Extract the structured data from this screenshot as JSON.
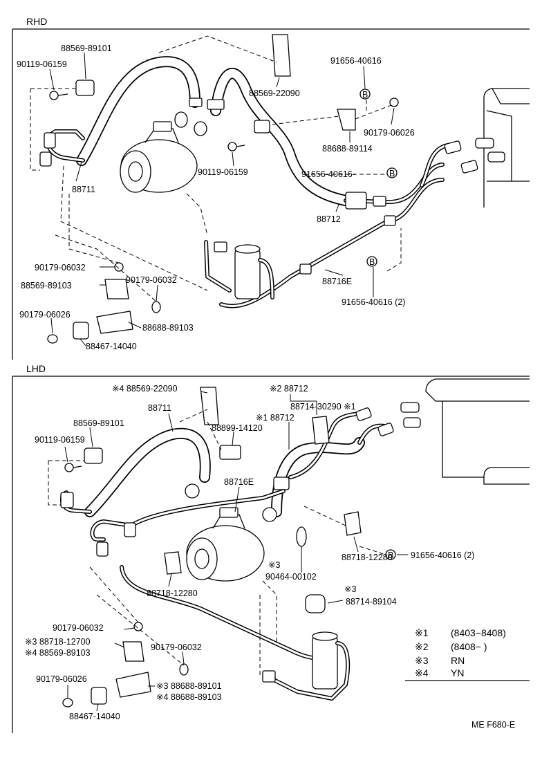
{
  "sections": {
    "rhd": "RHD",
    "lhd": "LHD"
  },
  "legend": [
    {
      "mark": "※1",
      "text": "(8403−8408)"
    },
    {
      "mark": "※2",
      "text": "(8408−         )"
    },
    {
      "mark": "※3",
      "text": "RN"
    },
    {
      "mark": "※4",
      "text": "YN"
    }
  ],
  "figure_code": "ME F680-E",
  "circle_mark": "B",
  "labels_rhd": {
    "p1": "88569-89101",
    "p2": "90119-06159",
    "p3": "88569-22090",
    "p4": "91656-40616",
    "p5": "90179-06026",
    "p6": "88688-89114",
    "p7": "90119-06159",
    "p8": "91656-40616-",
    "p9": "88711",
    "p10": "88712",
    "p11": "90179-06032",
    "p12": "88569-89103",
    "p13": "90179-06032",
    "p14": "88716E",
    "p15": "91656-40616 (2)",
    "p16": "90179-06026",
    "p17": "88688-89103",
    "p18": "88467-14040"
  },
  "labels_lhd": {
    "p1": "※4 88569-22090",
    "p2": "※2 88712",
    "p3": "88711",
    "p4": "88714-30290 ※1",
    "p5": "88569-89101",
    "p6": "※1 88712",
    "p7": "90119-06159",
    "p8": "88899-14120",
    "p9": "88716E",
    "p10": "91656-40616 (2)",
    "p11": "88718-12280",
    "p12": "※3",
    "p13": "90464-00102",
    "p14": "88718-12280",
    "p15": "※3",
    "p16": "88714-89104",
    "p17": "90179-06032",
    "p18": "※3 88718-12700",
    "p19": "※4 88569-89103",
    "p20": "90179-06032",
    "p21": "90179-06026",
    "p22": "※3 88688-89101",
    "p23": "※4 88688-89103",
    "p24": "88467-14040"
  }
}
